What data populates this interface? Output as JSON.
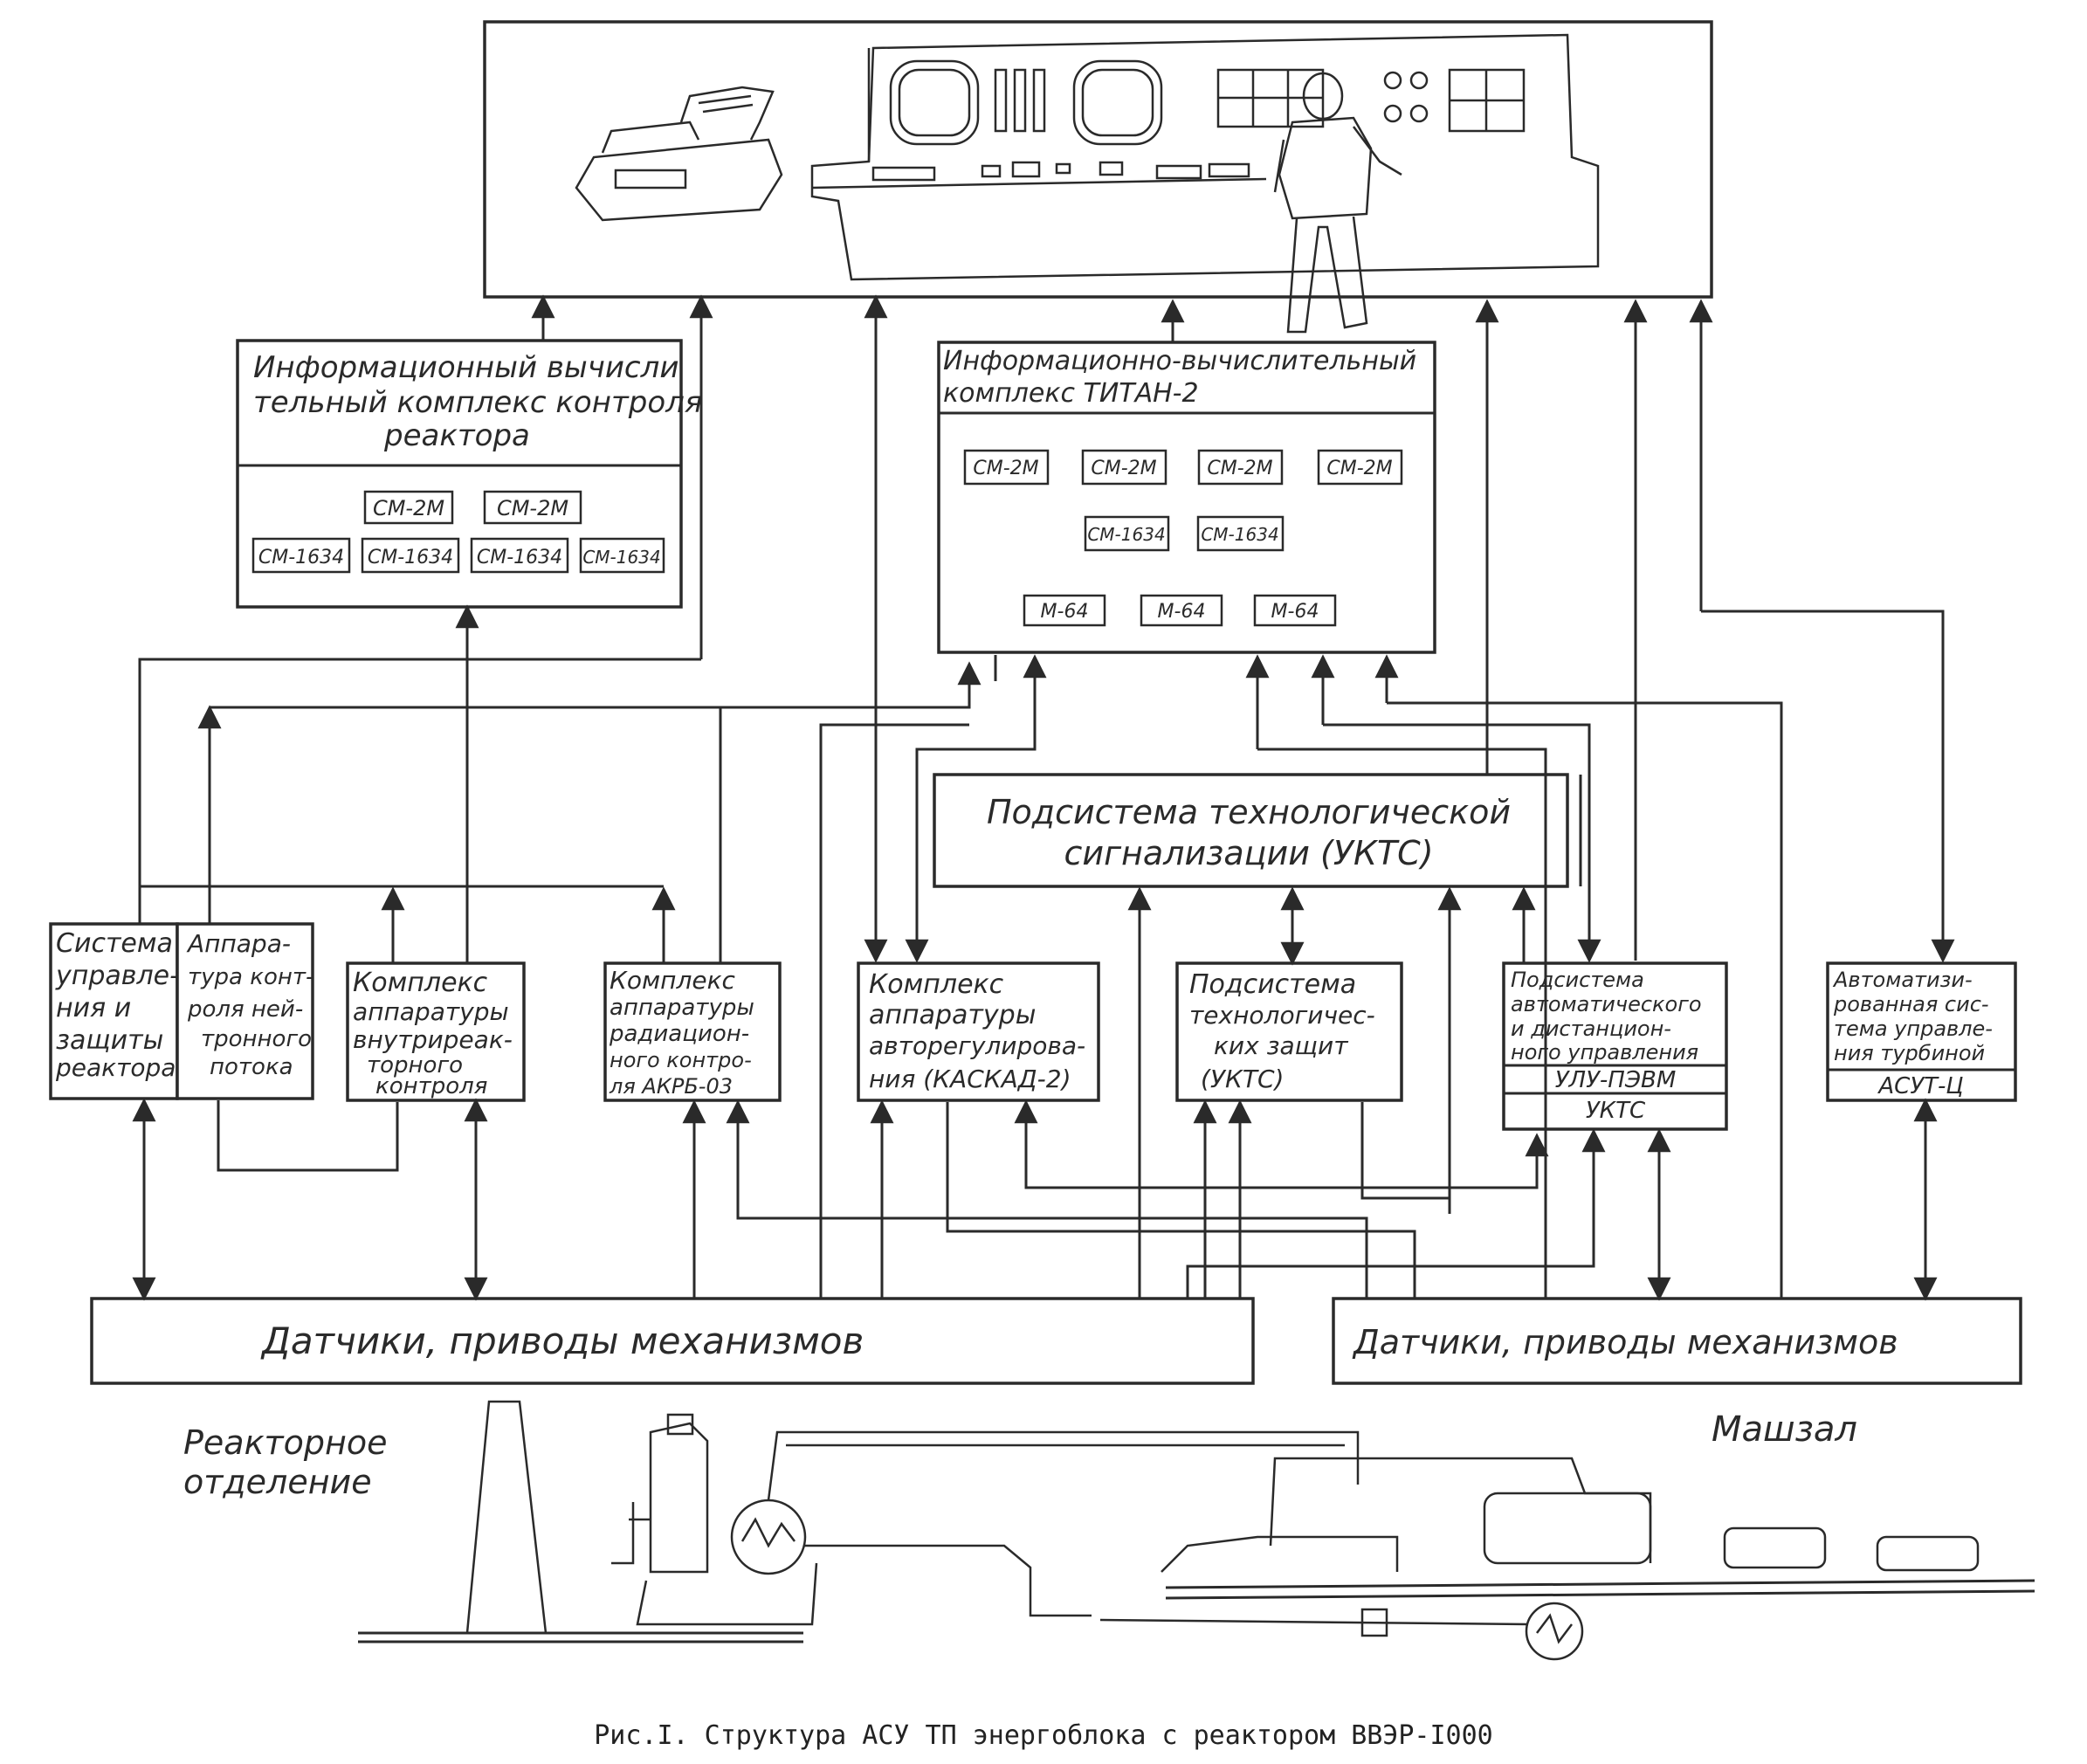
{
  "top_panel": {
    "label": ""
  },
  "ivk_reactor": {
    "title_lines": [
      "Информационный вычисли",
      "тельный комплекс контроля",
      "реактора"
    ],
    "modules": [
      "СМ-2М",
      "СМ-2М",
      "СМ-1634",
      "СМ-1634",
      "СМ-1634",
      "СМ-1634"
    ]
  },
  "titan": {
    "title_lines": [
      "Информационно-вычислительный",
      "комплекс  ТИТАН-2"
    ],
    "modules": [
      "СМ-2М",
      "СМ-2М",
      "СМ-2М",
      "СМ-2М",
      "СМ-1634",
      "СМ-1634",
      "М-64",
      "М-64",
      "М-64"
    ]
  },
  "uktc_signal": {
    "lines": [
      "Подсистема  технологической",
      "сигнализации   (УКТС)"
    ]
  },
  "subsystems": {
    "control_protection": [
      "Система",
      "управле-",
      "ния и",
      "защиты",
      "реактора"
    ],
    "neutron_flux": [
      "Аппара-",
      "тура конт-",
      "роля ней-",
      "тронного",
      "потока"
    ],
    "incore": [
      "Комплекс",
      "аппаратуры",
      "внутриреак-",
      "торного",
      "контроля"
    ],
    "radiation": [
      "Комплекс",
      "аппаратуры",
      "радиацион-",
      "ного контро-",
      "ля АКРБ-03"
    ],
    "autoreg": [
      "Комплекс",
      "аппаратуры",
      "авторегулирова-",
      "ния (КАСКАД-2)"
    ],
    "tech_protection": [
      "Подсистема",
      "технологичес-",
      "ких защит",
      "(УКТС)"
    ],
    "remote_control": [
      "Подсистема",
      "автоматического",
      "и дистанцион-",
      "ного управления"
    ],
    "remote_control_rows": [
      "УЛУ-ПЭВМ",
      "УКТС"
    ],
    "turbine": [
      "Автоматизи-",
      "рованная сис-",
      "тема управле-",
      "ния турбиной"
    ],
    "turbine_row": "АСУТ-Ц"
  },
  "sensors_left": "Датчики,   приводы   механизмов",
  "sensors_right": "Датчики, приводы механизмов",
  "area_labels": {
    "reactor_hall": [
      "Реакторное",
      "отделение"
    ],
    "turbine_hall": "Машзал"
  },
  "caption": "Рис.I. Структура АСУ ТП энергоблока с реактором ВВЭР-I000"
}
